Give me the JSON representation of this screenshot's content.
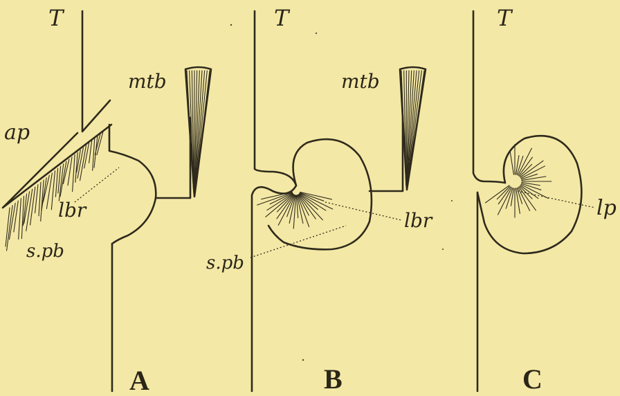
{
  "panels": [
    {
      "caption": "A",
      "labels": {
        "top": "T",
        "mtb": "mtb",
        "ap": "ap",
        "lbr": "lbr",
        "spb": "s.pb"
      }
    },
    {
      "caption": "B",
      "labels": {
        "top": "T",
        "mtb": "mtb",
        "lbr": "lbr",
        "spb": "s.pb"
      }
    },
    {
      "caption": "C",
      "labels": {
        "top": "T",
        "lp": "lp"
      }
    }
  ],
  "colors": {
    "background": "#f4e8a6",
    "ink": "#2e2a1c"
  }
}
